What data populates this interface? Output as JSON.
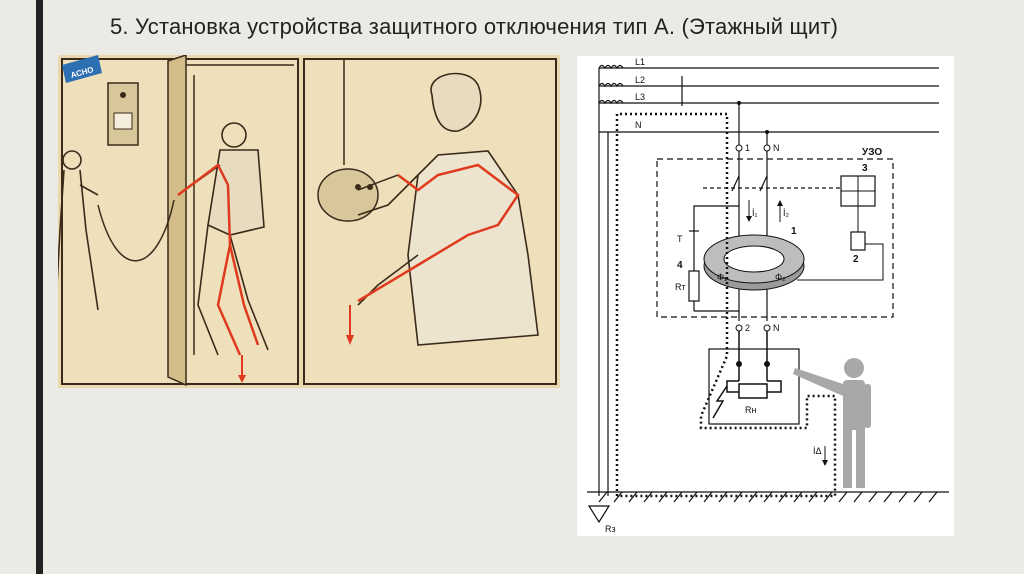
{
  "slide": {
    "title": "5. Установка устройства защитного отключения тип А. (Этажный щит)"
  },
  "illustration": {
    "badge": "АСНО",
    "colors": {
      "paper": "#e9d8b0",
      "current_path": "#e03a1e",
      "ink": "#3a2a1a"
    }
  },
  "schematic": {
    "lines": {
      "l1": "L1",
      "l2": "L2",
      "l3": "L3",
      "n": "N"
    },
    "device": {
      "name": "УЗО",
      "number": "3"
    },
    "terminals": {
      "in_phase": "1",
      "in_neutral": "N",
      "out_phase": "2",
      "out_neutral": "N"
    },
    "currents": {
      "i1": "İ₁",
      "i2": "İ₂",
      "leak": "İΔ"
    },
    "core": {
      "number": "1",
      "flux1": "Φ₁",
      "flux2": "Φ₂"
    },
    "relay": {
      "number": "2"
    },
    "test": {
      "button": "T",
      "number": "4",
      "resistor": "Rт"
    },
    "load": {
      "resistor": "Rн"
    },
    "ground": {
      "resistor": "Rз"
    }
  }
}
